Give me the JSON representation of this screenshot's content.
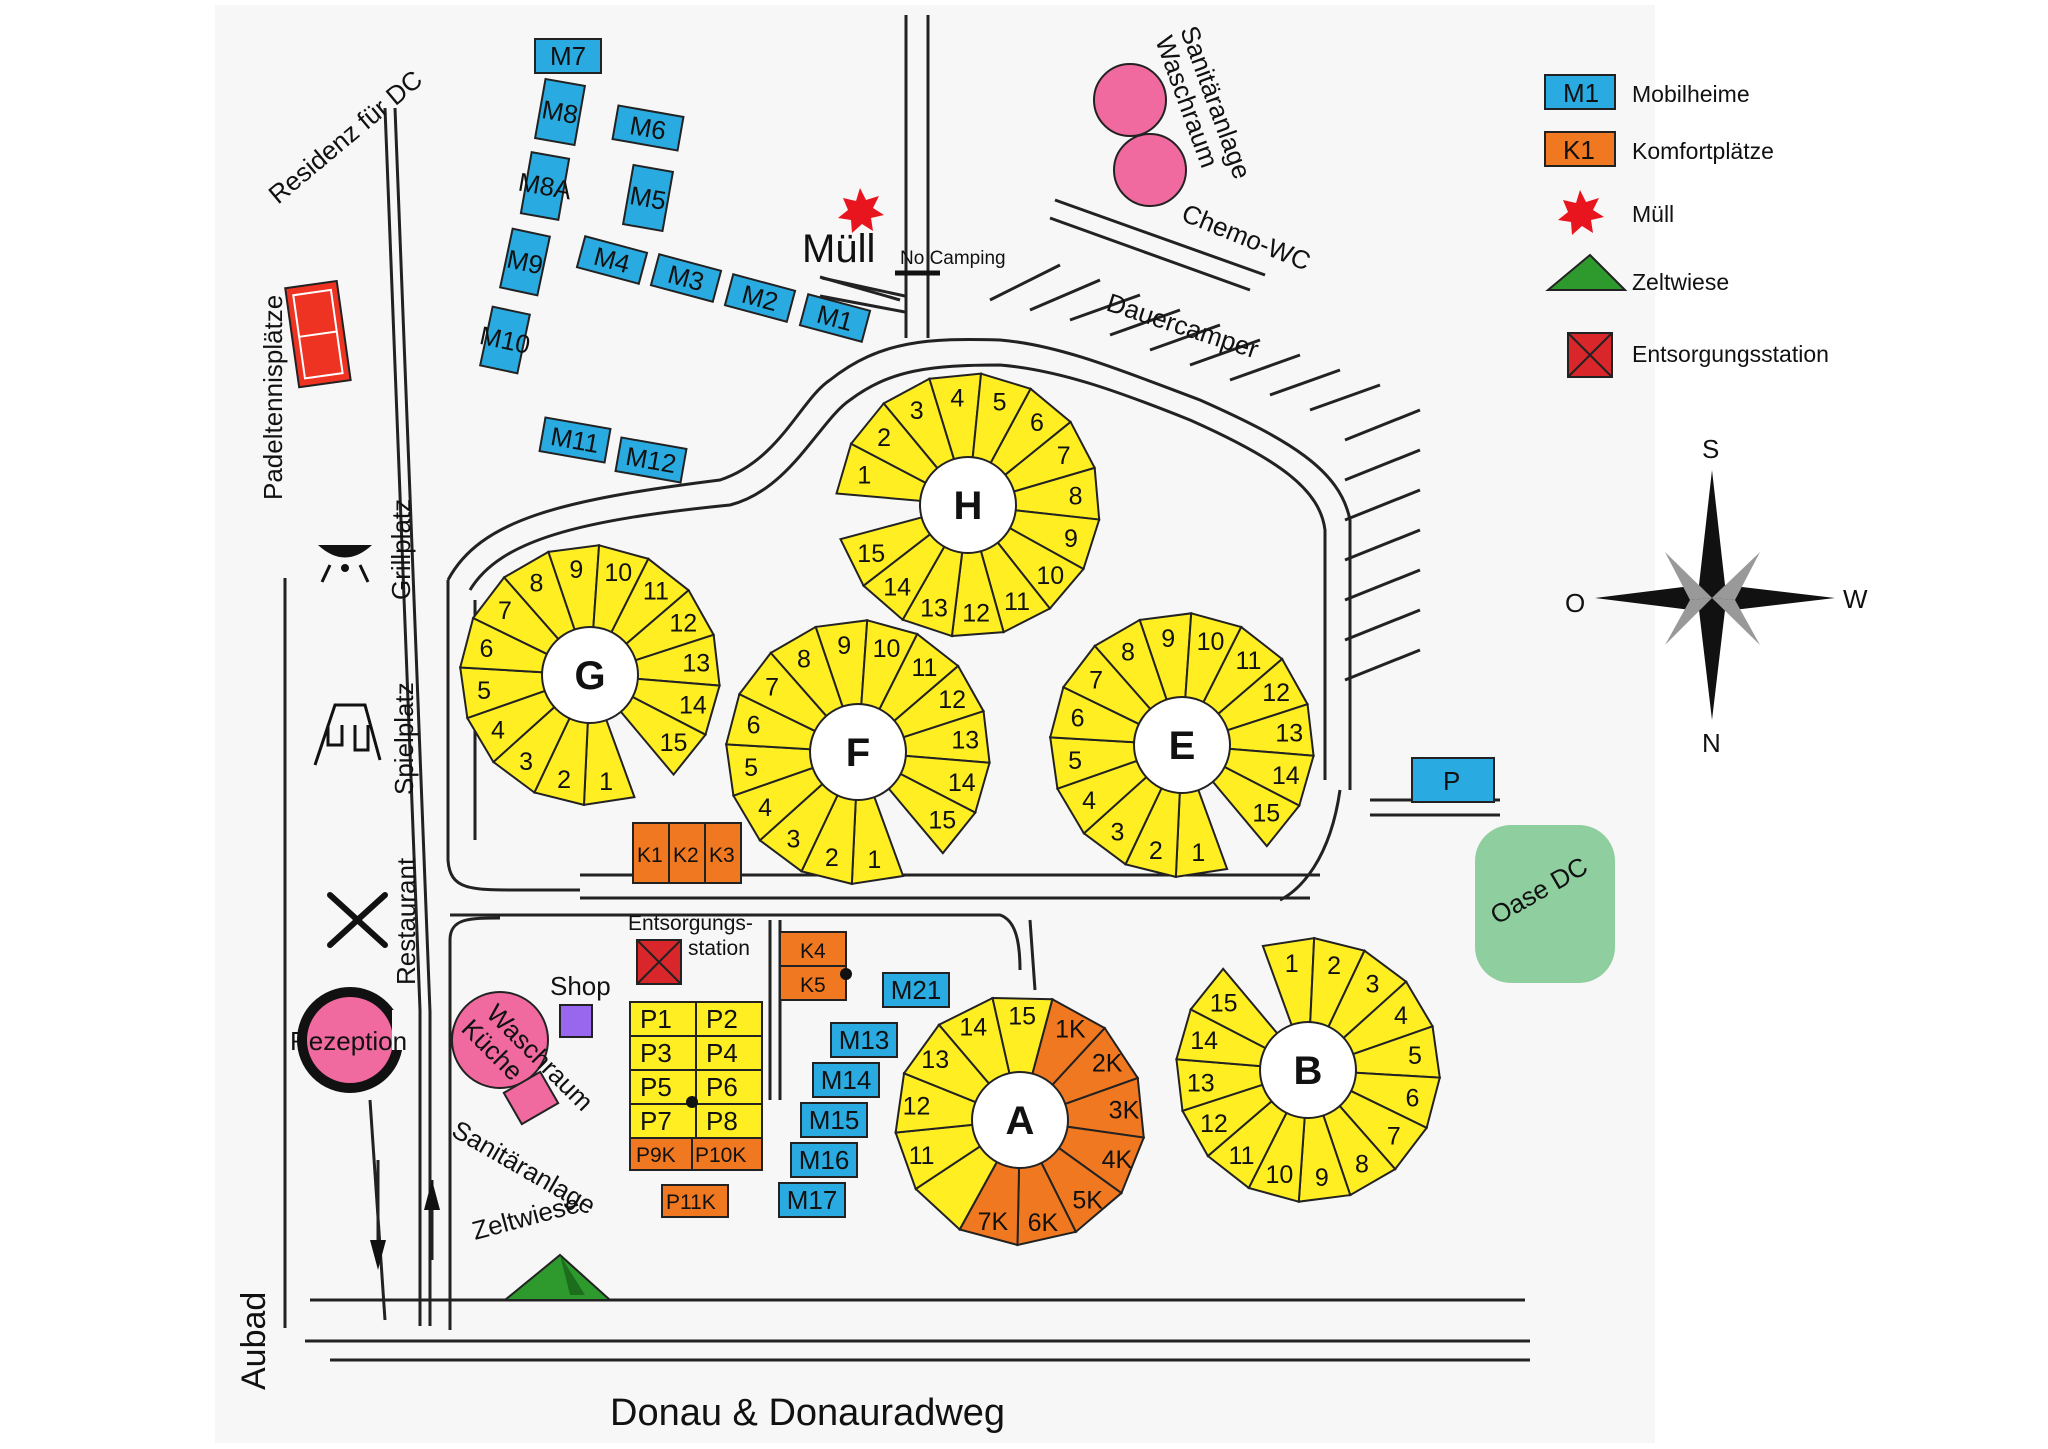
{
  "colors": {
    "background": "#ffffff",
    "map_area": "#f7f7f7",
    "mobilheim": "#29abe2",
    "komfort": "#f07820",
    "standard_plot": "#ffee22",
    "muell": "#e8141e",
    "zelt": "#2e9a2e",
    "entsorgung": "#d8262b",
    "sanitaer": "#f06aa0",
    "shop": "#9966ee",
    "padel": "#ee3322",
    "oase": "#8fcf9f",
    "parking": "#29abe2"
  },
  "legend": [
    {
      "symbol": "M1",
      "label": "Mobilheime",
      "color": "#29abe2"
    },
    {
      "symbol": "K1",
      "label": "Komfortplätze",
      "color": "#f07820"
    },
    {
      "symbol": "",
      "label": "Müll",
      "color": "#e8141e"
    },
    {
      "symbol": "",
      "label": "Zeltwiese",
      "color": "#2e9a2e"
    },
    {
      "symbol": "",
      "label": "Entsorgungsstation",
      "color": "#d8262b"
    }
  ],
  "compass": {
    "top": "S",
    "right": "W",
    "bottom": "N",
    "left": "O"
  },
  "labels": {
    "residenz": "Residenz für DC",
    "padel": "Padeltennisplätze",
    "grill": "Grillplatz",
    "spiel": "Spielplatz",
    "restaurant": "Restaurant",
    "rezeption": "Rezeption",
    "shop": "Shop",
    "waschkueche_1": "Waschraum",
    "waschkueche_2": "Küche",
    "sanitaer": "Sanitäranlage",
    "zeltwiese": "Zeltwiese",
    "aubad": "Aubad",
    "donau": "Donau & Donauradweg",
    "muell": "Müll",
    "nocamping": "No Camping",
    "dauercamper": "Dauercamper",
    "sanitaer_top_1": "Sanitäranlage",
    "sanitaer_top_2": "Waschraum",
    "chemo": "Chemo-WC",
    "entsorgung_1": "Entsorgungs-",
    "entsorgung_2": "station",
    "oase": "Oase DC",
    "parking": "P"
  },
  "mobilheime": [
    {
      "id": "M7"
    },
    {
      "id": "M8"
    },
    {
      "id": "M8A"
    },
    {
      "id": "M9"
    },
    {
      "id": "M10"
    },
    {
      "id": "M6"
    },
    {
      "id": "M5"
    },
    {
      "id": "M4"
    },
    {
      "id": "M3"
    },
    {
      "id": "M2"
    },
    {
      "id": "M1"
    },
    {
      "id": "M11"
    },
    {
      "id": "M12"
    },
    {
      "id": "M21"
    },
    {
      "id": "M13"
    },
    {
      "id": "M14"
    },
    {
      "id": "M15"
    },
    {
      "id": "M16"
    },
    {
      "id": "M17"
    }
  ],
  "komfort_units": [
    "K1",
    "K2",
    "K3",
    "K4",
    "K5",
    "P9K",
    "P10K",
    "P11K"
  ],
  "p_plots": [
    "P1",
    "P2",
    "P3",
    "P4",
    "P5",
    "P6",
    "P7",
    "P8"
  ],
  "circles": [
    {
      "name": "A",
      "seats": [
        {
          "label": "1K",
          "komfort": true
        },
        {
          "label": "2K",
          "komfort": true
        },
        {
          "label": "3K",
          "komfort": true
        },
        {
          "label": "4K",
          "komfort": true
        },
        {
          "label": "5K",
          "komfort": true
        },
        {
          "label": "6K",
          "komfort": true
        },
        {
          "label": "7K",
          "komfort": true
        },
        {
          "label": "",
          "komfort": false
        },
        {
          "label": "11",
          "komfort": false
        },
        {
          "label": "12",
          "komfort": false
        },
        {
          "label": "13",
          "komfort": false
        },
        {
          "label": "14",
          "komfort": false
        },
        {
          "label": "15",
          "komfort": false
        }
      ]
    },
    {
      "name": "B",
      "seats": [
        "1",
        "2",
        "3",
        "4",
        "5",
        "6",
        "7",
        "8",
        "9",
        "10",
        "11",
        "12",
        "13",
        "14",
        "15"
      ]
    },
    {
      "name": "E",
      "seats": [
        "1",
        "2",
        "3",
        "4",
        "5",
        "6",
        "7",
        "8",
        "9",
        "10",
        "11",
        "12",
        "13",
        "14",
        "15"
      ]
    },
    {
      "name": "F",
      "seats": [
        "1",
        "2",
        "3",
        "4",
        "5",
        "6",
        "7",
        "8",
        "9",
        "10",
        "11",
        "12",
        "13",
        "14",
        "15"
      ]
    },
    {
      "name": "G",
      "seats": [
        "1",
        "2",
        "3",
        "4",
        "5",
        "6",
        "7",
        "8",
        "9",
        "10",
        "11",
        "12",
        "13",
        "14",
        "15"
      ]
    },
    {
      "name": "H",
      "seats": [
        "1",
        "2",
        "3",
        "4",
        "5",
        "6",
        "7",
        "8",
        "9",
        "10",
        "11",
        "12",
        "13",
        "14",
        "15"
      ]
    }
  ]
}
